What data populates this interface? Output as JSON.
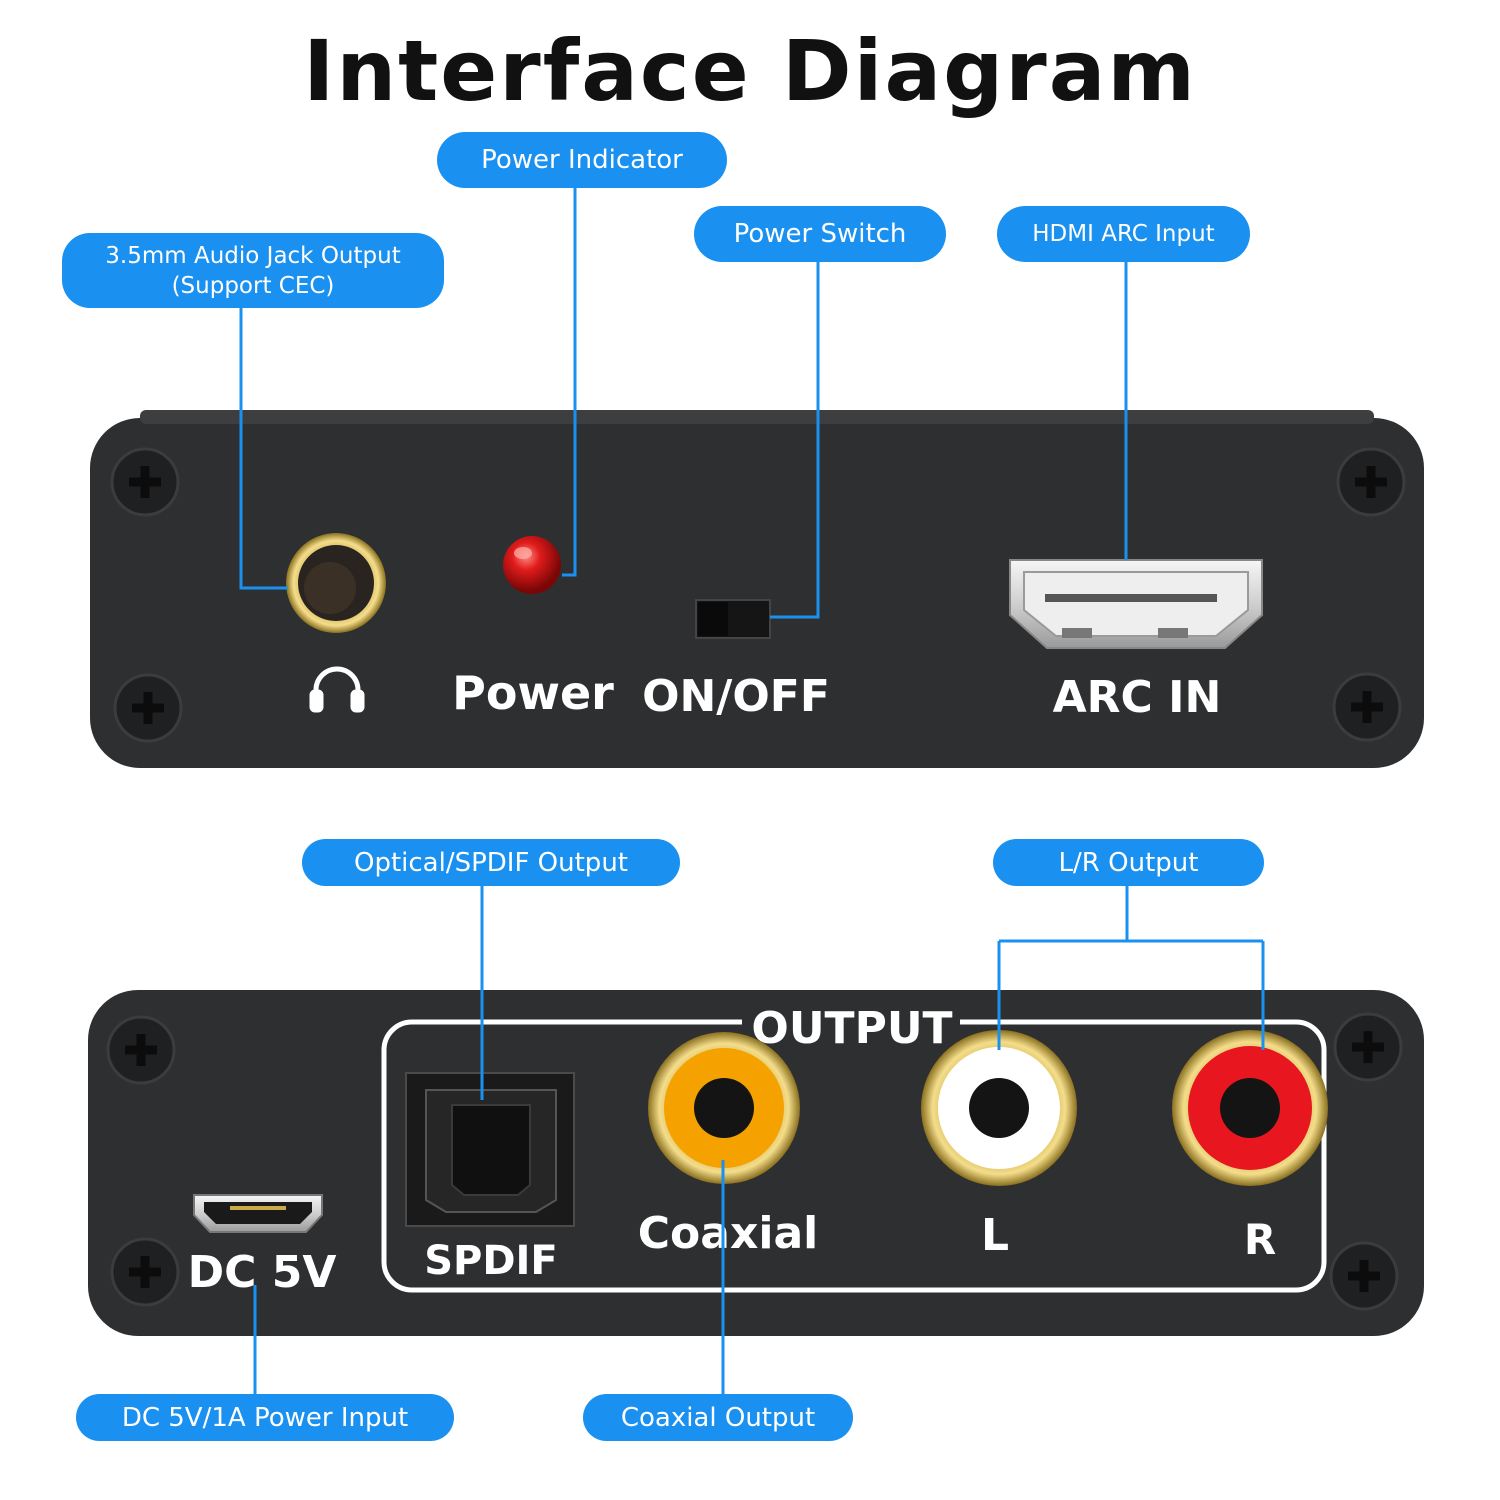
{
  "title": "Interface Diagram",
  "callouts": {
    "audio_jack": "3.5mm Audio Jack Output\n(Support CEC)",
    "power_indicator": "Power Indicator",
    "power_switch": "Power Switch",
    "hdmi_arc": "HDMI ARC Input",
    "optical": "Optical/SPDIF Output",
    "lr_output": "L/R Output",
    "dc_input": "DC 5V/1A  Power Input",
    "coaxial": "Coaxial Output"
  },
  "front_panel": {
    "power_label": "Power",
    "switch_label": "ON/OFF",
    "arc_label": "ARC IN"
  },
  "back_panel": {
    "output_label": "OUTPUT",
    "spdif_label": "SPDIF",
    "coaxial_label": "Coaxial",
    "left_label": "L",
    "right_label": "R",
    "dc_label": "DC 5V"
  },
  "icons": [
    "headphones-icon",
    "screw-icon",
    "led-icon"
  ],
  "colors": {
    "accent": "#1a90f0",
    "panel": "#2d2f31",
    "led": "#d1161b",
    "rca_yellow": "#f5a200",
    "rca_white": "#ffffff",
    "rca_red": "#e8161e"
  }
}
